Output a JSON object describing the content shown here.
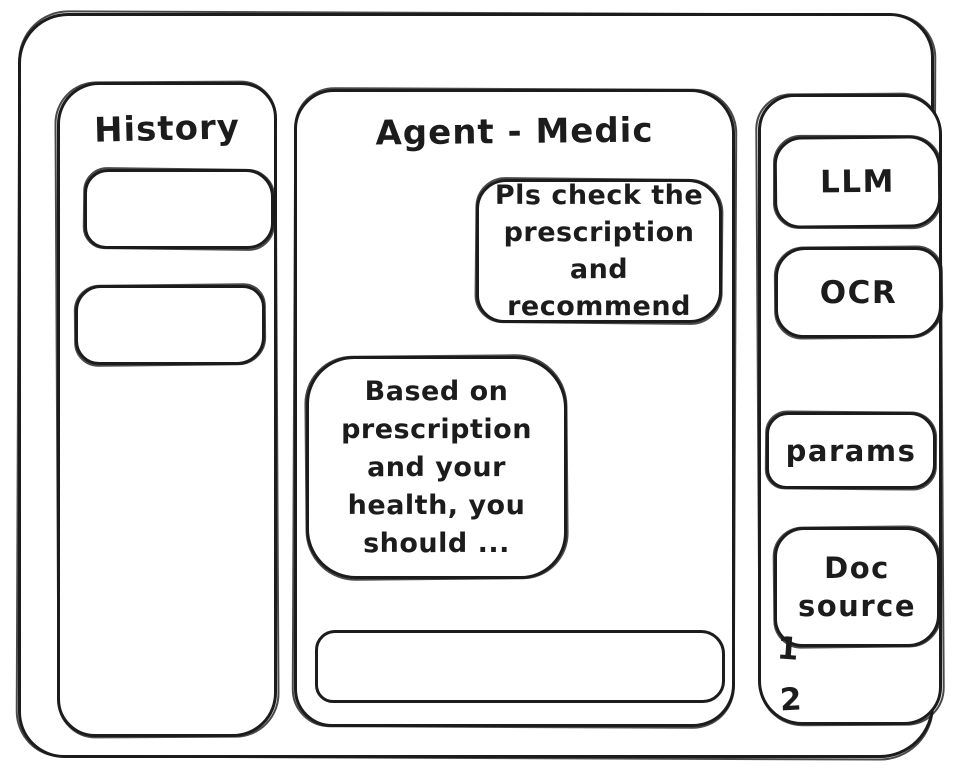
{
  "window": {
    "ink_color": "#1c1c1c",
    "background_color": "#ffffff"
  },
  "history_panel": {
    "title": "History",
    "items": [
      {
        "label": ""
      },
      {
        "label": ""
      }
    ]
  },
  "chat_panel": {
    "title": "Agent - Medic",
    "messages": [
      {
        "role": "user",
        "text": "Pls check the\nprescription\nand recommend"
      },
      {
        "role": "agent",
        "text": "Based on\nprescription\nand your\nhealth, you\nshould ..."
      }
    ],
    "input": {
      "value": "",
      "placeholder": ""
    }
  },
  "tools_panel": {
    "buttons": [
      {
        "label": "LLM"
      },
      {
        "label": "OCR"
      },
      {
        "label": "params"
      },
      {
        "label": "Doc source"
      }
    ],
    "doc_source_list": [
      "1",
      "2"
    ]
  }
}
